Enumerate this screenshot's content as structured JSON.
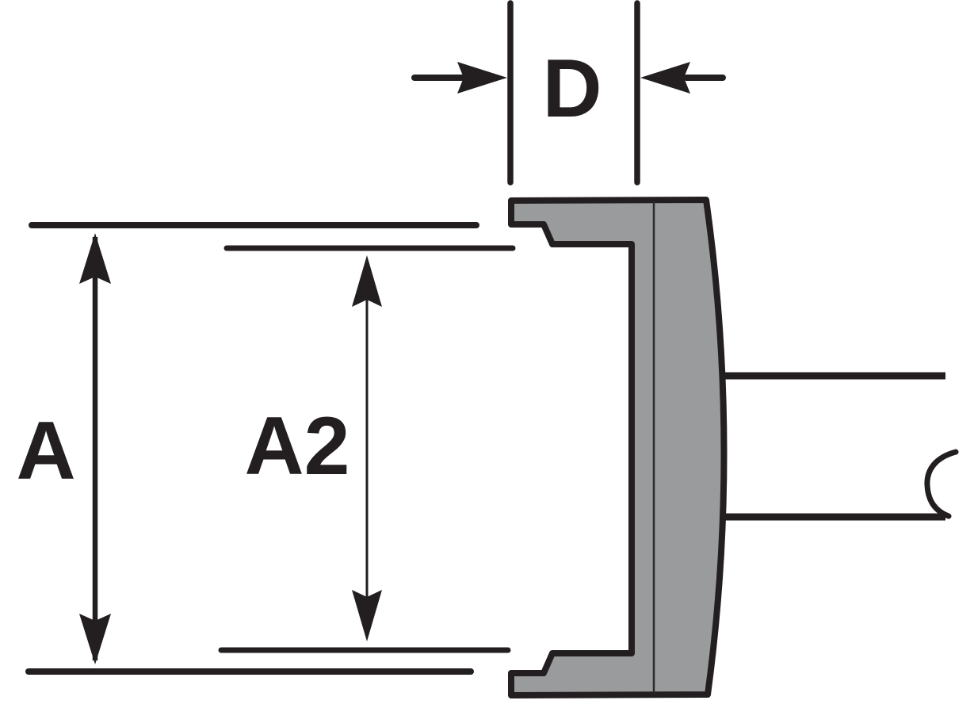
{
  "diagram": {
    "kind": "technical-cross-section-dimension-drawing",
    "dimensions": {
      "d": {
        "label": "D"
      },
      "a": {
        "label": "A"
      },
      "a2": {
        "label": "A2"
      }
    },
    "colors": {
      "outline": "#231f20",
      "component_fill": "#9a9b9d",
      "divider_line": "#2e2a2b",
      "background": "#ffffff"
    }
  }
}
